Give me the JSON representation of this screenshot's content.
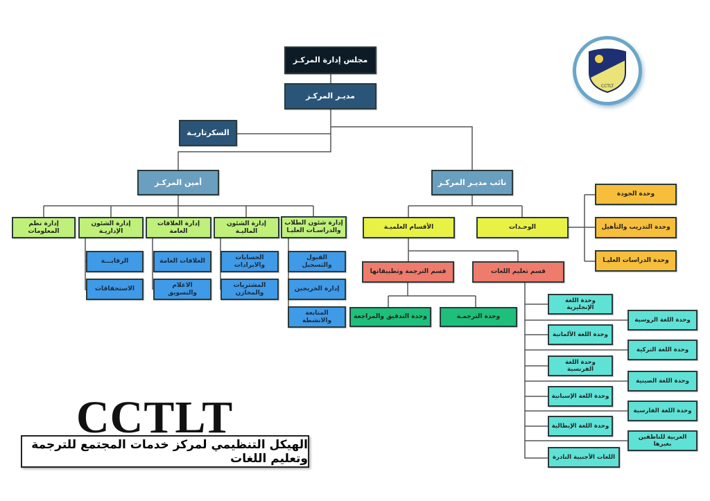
{
  "board": "مجلس إدارة المركـز",
  "director": "مديـر المركـز",
  "secretariat": "السكرتاريـة",
  "secretary_general": "أمين المركـز",
  "deputy": "نائب مديـر المركـز",
  "departments": [
    {
      "label": "إدارة شئون الطلاب والدراسـات العليـا",
      "subs": [
        "القبول والتسجيل",
        "إدارة الخريجين",
        "المتابعة والانشطة"
      ]
    },
    {
      "label": "إدارة الشئون الماليـة",
      "subs": [
        "الحسابات والايرادات",
        "المشتريات والمخازن"
      ]
    },
    {
      "label": "إدارة العلاقات العامة",
      "subs": [
        "العلاقات العامة",
        "الاعلام والتسويق"
      ]
    },
    {
      "label": "إدارة الشئون الإداريـة",
      "subs": [
        "الرقابـــة",
        "الاستحقاقات"
      ]
    },
    {
      "label": "إدارة نظم المعلومات",
      "subs": []
    }
  ],
  "scientific": "الأقسام العلميـة",
  "units": "الوحـدات",
  "unit_items": [
    "وحدة الجودة",
    "وحدة التدريب والتأهيل",
    "وحدة الدراسات العليـا"
  ],
  "translation_dept": "قسم الترجمة وتطبيقاتها",
  "languages_dept": "قسم تعليم اللغات",
  "translation_units": [
    "وحدة التدقيق والمراجعة",
    "وحدة الترجمـة"
  ],
  "language_units_left": [
    "وحدة اللغة الإنجليزية",
    "وحدة اللغة الألمانية",
    "وحدة اللغة الفرنسية",
    "وحدة اللغة الإسبانية",
    "وحدة اللغة الإيطالية",
    "اللغات الأجنبية النادرة"
  ],
  "language_units_right": [
    "وحدة اللغة الروسية",
    "وحدة اللغة التركية",
    "وحدة اللغة الصينية",
    "وحدة اللغة الفارسية",
    "العربية للناطقين بغيرها"
  ],
  "logo_text": "CCTLT",
  "brand": "CCTLT",
  "title": "الهيكل التنظيمي لمركز خدمات المجتمع للترجمة وتعليم اللغات"
}
